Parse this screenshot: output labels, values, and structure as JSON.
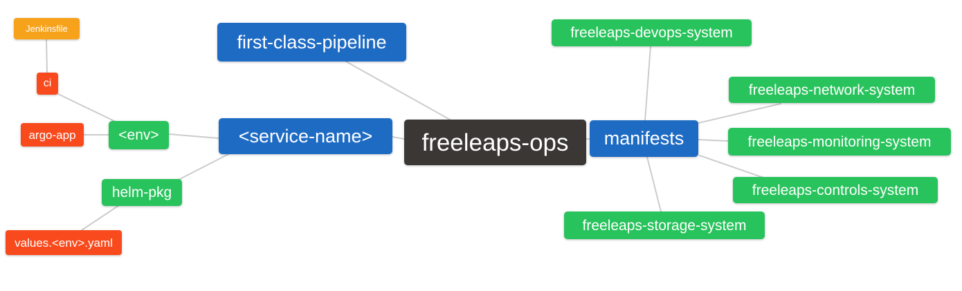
{
  "diagram": {
    "kind": "mindmap",
    "background_color": "#FFFFFF",
    "edge_color": "#CCCCCC",
    "palette": {
      "root": "#3A3734",
      "branch_blue": "#1E6BC4",
      "leaf_green": "#28C35C",
      "leaf_red": "#F94A1D",
      "leaf_orange": "#F7A21B"
    }
  },
  "nodes": {
    "jenkinsfile": {
      "label": "Jenkinsfile",
      "color": "#F7A21B"
    },
    "ci": {
      "label": "ci",
      "color": "#F94A1D"
    },
    "argo_app": {
      "label": "argo-app",
      "color": "#F94A1D"
    },
    "env": {
      "label": "<env>",
      "color": "#28C35C"
    },
    "helm_pkg": {
      "label": "helm-pkg",
      "color": "#28C35C"
    },
    "values_env_yaml": {
      "label": "values.<env>.yaml",
      "color": "#F94A1D"
    },
    "first_class_pipeline": {
      "label": "first-class-pipeline",
      "color": "#1E6BC4"
    },
    "service_name": {
      "label": "<service-name>",
      "color": "#1E6BC4"
    },
    "freeleaps_ops": {
      "label": "freeleaps-ops",
      "color": "#3A3734"
    },
    "manifests": {
      "label": "manifests",
      "color": "#1E6BC4"
    },
    "devops_system": {
      "label": "freeleaps-devops-system",
      "color": "#28C35C"
    },
    "network_system": {
      "label": "freeleaps-network-system",
      "color": "#28C35C"
    },
    "monitoring_system": {
      "label": "freeleaps-monitoring-system",
      "color": "#28C35C"
    },
    "controls_system": {
      "label": "freeleaps-controls-system",
      "color": "#28C35C"
    },
    "storage_system": {
      "label": "freeleaps-storage-system",
      "color": "#28C35C"
    }
  },
  "edges": [
    {
      "from": "jenkinsfile",
      "to": "ci"
    },
    {
      "from": "ci",
      "to": "env"
    },
    {
      "from": "argo_app",
      "to": "env"
    },
    {
      "from": "env",
      "to": "service_name"
    },
    {
      "from": "helm_pkg",
      "to": "service_name"
    },
    {
      "from": "values_env_yaml",
      "to": "helm_pkg"
    },
    {
      "from": "service_name",
      "to": "freeleaps_ops"
    },
    {
      "from": "first_class_pipeline",
      "to": "freeleaps_ops"
    },
    {
      "from": "freeleaps_ops",
      "to": "manifests"
    },
    {
      "from": "manifests",
      "to": "devops_system"
    },
    {
      "from": "manifests",
      "to": "network_system"
    },
    {
      "from": "manifests",
      "to": "monitoring_system"
    },
    {
      "from": "manifests",
      "to": "controls_system"
    },
    {
      "from": "manifests",
      "to": "storage_system"
    }
  ]
}
